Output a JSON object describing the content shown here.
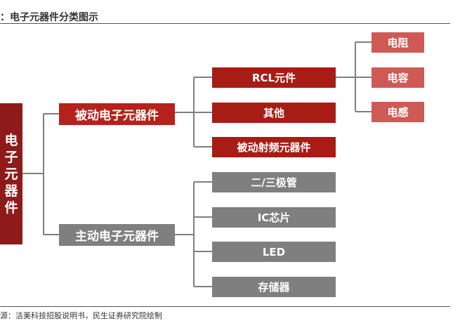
{
  "title": "：电子元器件分类图示",
  "source": "源：洁美科技招股说明书，民生证券研究院绘制",
  "root": {
    "chars": [
      "电",
      "子",
      "元",
      "器",
      "件"
    ]
  },
  "passive": {
    "label": "被动电子元器件",
    "children": [
      "RCL元件",
      "其他",
      "被动射频元器件"
    ],
    "rcl_children": [
      "电阻",
      "电容",
      "电感"
    ]
  },
  "active": {
    "label": "主动电子元器件",
    "children": [
      "二/三极管",
      "IC芯片",
      "LED",
      "存储器"
    ]
  },
  "colors": {
    "root": "#8e1a1a",
    "passive": "#b5221b",
    "rcl_leaf": "#cf5a55",
    "active": "#7f7f7f",
    "connector": "#7f7f7f"
  }
}
